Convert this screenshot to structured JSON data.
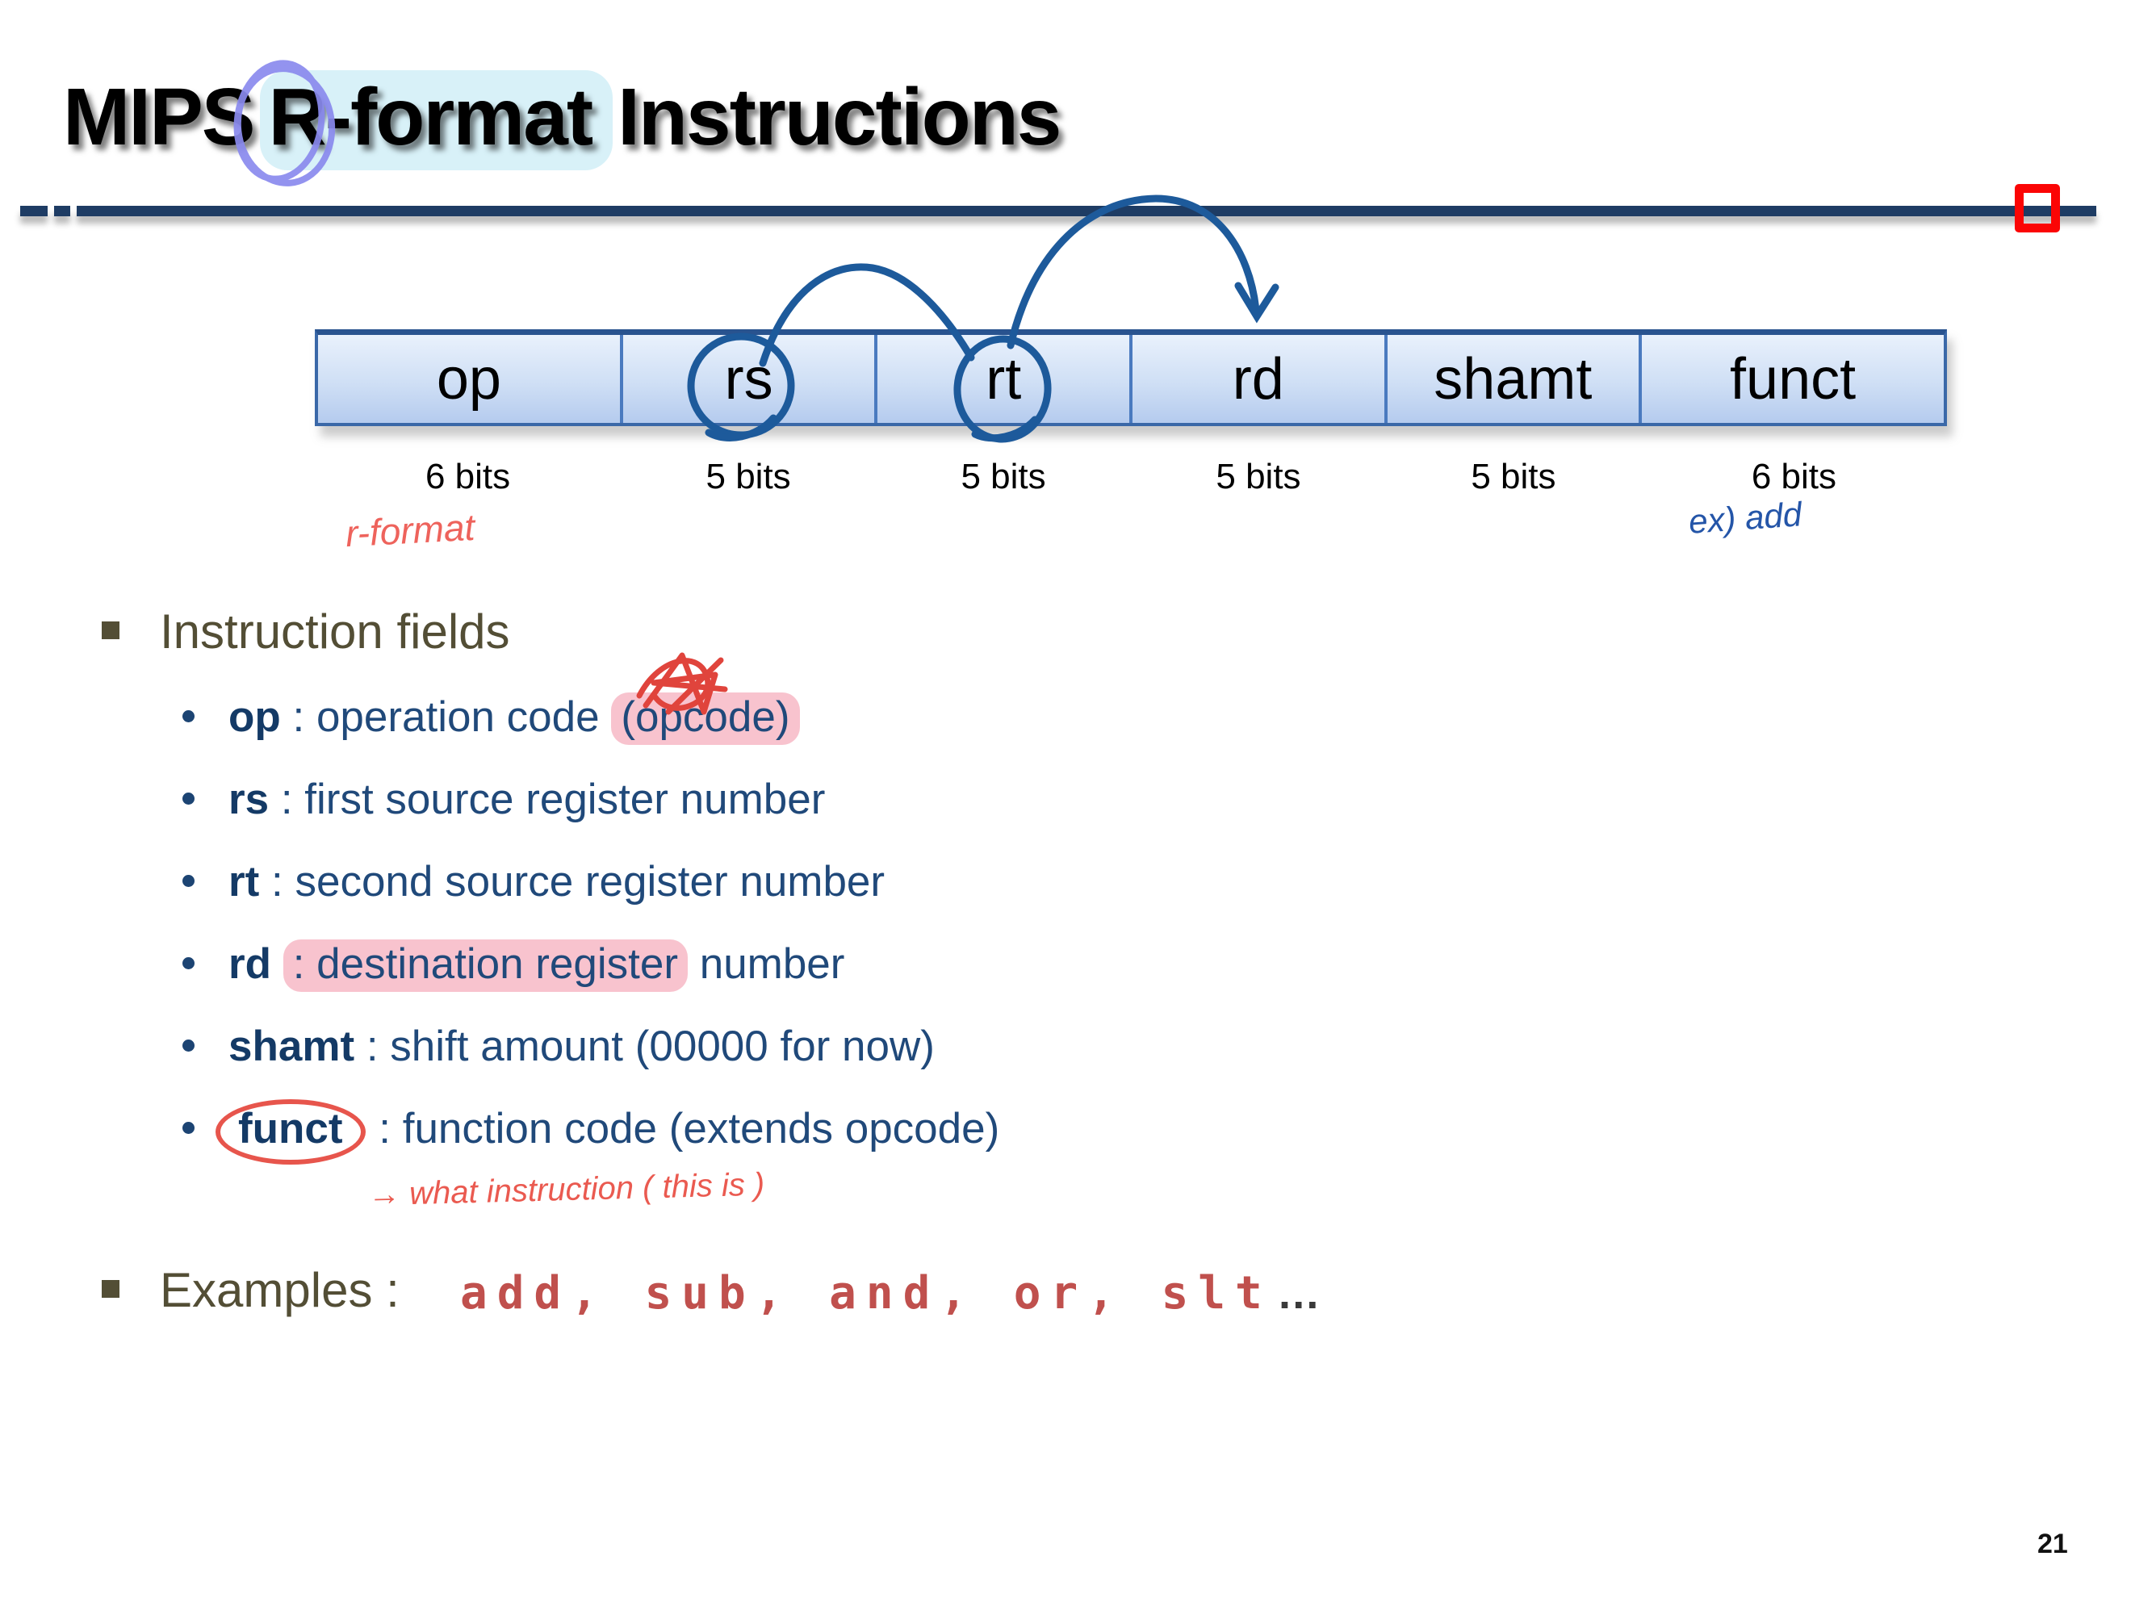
{
  "slide": {
    "title": {
      "pre": "MIPS",
      "highlight": "R-format",
      "post": "Instructions"
    },
    "page_number": "21"
  },
  "table": {
    "fields": [
      {
        "label": "op",
        "bits": "6 bits"
      },
      {
        "label": "rs",
        "bits": "5 bits"
      },
      {
        "label": "rt",
        "bits": "5 bits"
      },
      {
        "label": "rd",
        "bits": "5 bits"
      },
      {
        "label": "shamt",
        "bits": "5 bits"
      },
      {
        "label": "funct",
        "bits": "6 bits"
      }
    ]
  },
  "annotations": {
    "r_format_note": "r-format",
    "ex_add_note": "ex) add",
    "funct_note": "→ what  instruction ( this is )",
    "colors": {
      "pen_blue": "#1d5a9b",
      "pen_purple": "#8a8aee",
      "pen_red": "#e0443c",
      "highlight_pink": "#f8c3ce",
      "highlight_cyan": "#d8f1f8"
    }
  },
  "instruction_fields": {
    "heading": "Instruction fields",
    "items": [
      {
        "name": "op",
        "sep": " : ",
        "pre": "operation code ",
        "highlight": "(opcode)",
        "post": ""
      },
      {
        "name": "rs",
        "sep": " : ",
        "pre": "first source register number",
        "highlight": "",
        "post": ""
      },
      {
        "name": "rt",
        "sep": " : ",
        "pre": "second source register number",
        "highlight": "",
        "post": ""
      },
      {
        "name": "rd",
        "sep": " ",
        "pre": "",
        "highlight": ": destination register",
        "post": " number"
      },
      {
        "name": "shamt",
        "sep": " : ",
        "pre": "shift amount (00000 for now)",
        "highlight": "",
        "post": ""
      },
      {
        "name": "funct",
        "sep": " : ",
        "pre": "function code (extends opcode)",
        "highlight": "",
        "post": ""
      }
    ]
  },
  "examples": {
    "heading": "Examples :",
    "code": "add, sub, and, or, slt",
    "ellipsis": "…"
  }
}
